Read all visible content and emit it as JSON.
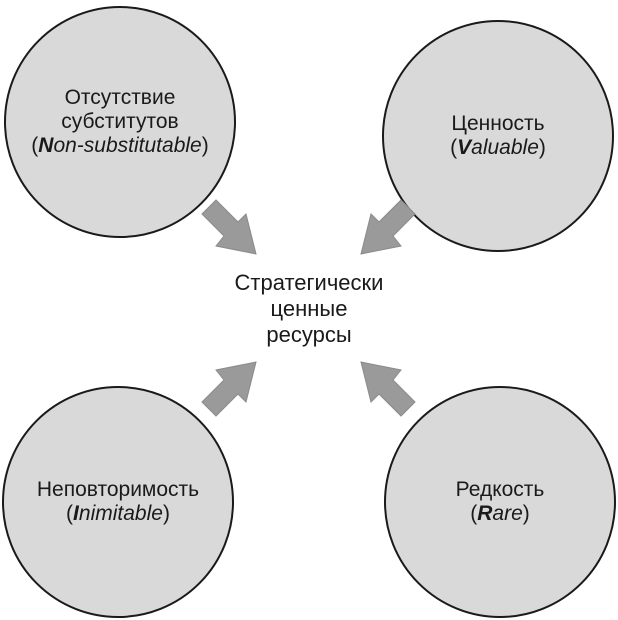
{
  "center": {
    "line1": "Стратегически",
    "line2": "ценные",
    "line3": "ресурсы"
  },
  "nodes": {
    "top_left": {
      "line1": "Отсутствие",
      "line2": "субститутов",
      "open": "(",
      "first": "N",
      "rest": "on-substitutable",
      "close": ")"
    },
    "top_right": {
      "line1": "Ценность",
      "open": "(",
      "first": "V",
      "rest": "aluable",
      "close": ")"
    },
    "bottom_left": {
      "line1": "Неповторимость",
      "open": "(",
      "first": "I",
      "rest": "nimitable",
      "close": ")"
    },
    "bottom_right": {
      "line1": "Редкость",
      "open": "(",
      "first": "R",
      "rest": "are",
      "close": ")"
    }
  },
  "colors": {
    "circle_fill": "#d9d9d9",
    "circle_border": "#1a1a1a",
    "arrow": "#9a9a9a",
    "text": "#1a1a1a"
  }
}
